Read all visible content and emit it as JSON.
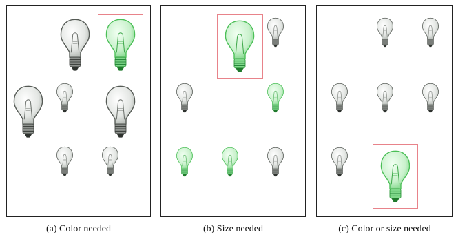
{
  "captions": {
    "a": "(a) Color needed",
    "b": "(b) Size needed",
    "c": "(c) Color or size needed"
  },
  "colors": {
    "gray_glass": "#dfe2df",
    "gray_outline": "#555a55",
    "green_glass": "#c9f1cc",
    "green_outline": "#4bbf57",
    "highlight_border": "#e8838a"
  },
  "icons": {
    "bulb": "light-bulb-icon"
  }
}
